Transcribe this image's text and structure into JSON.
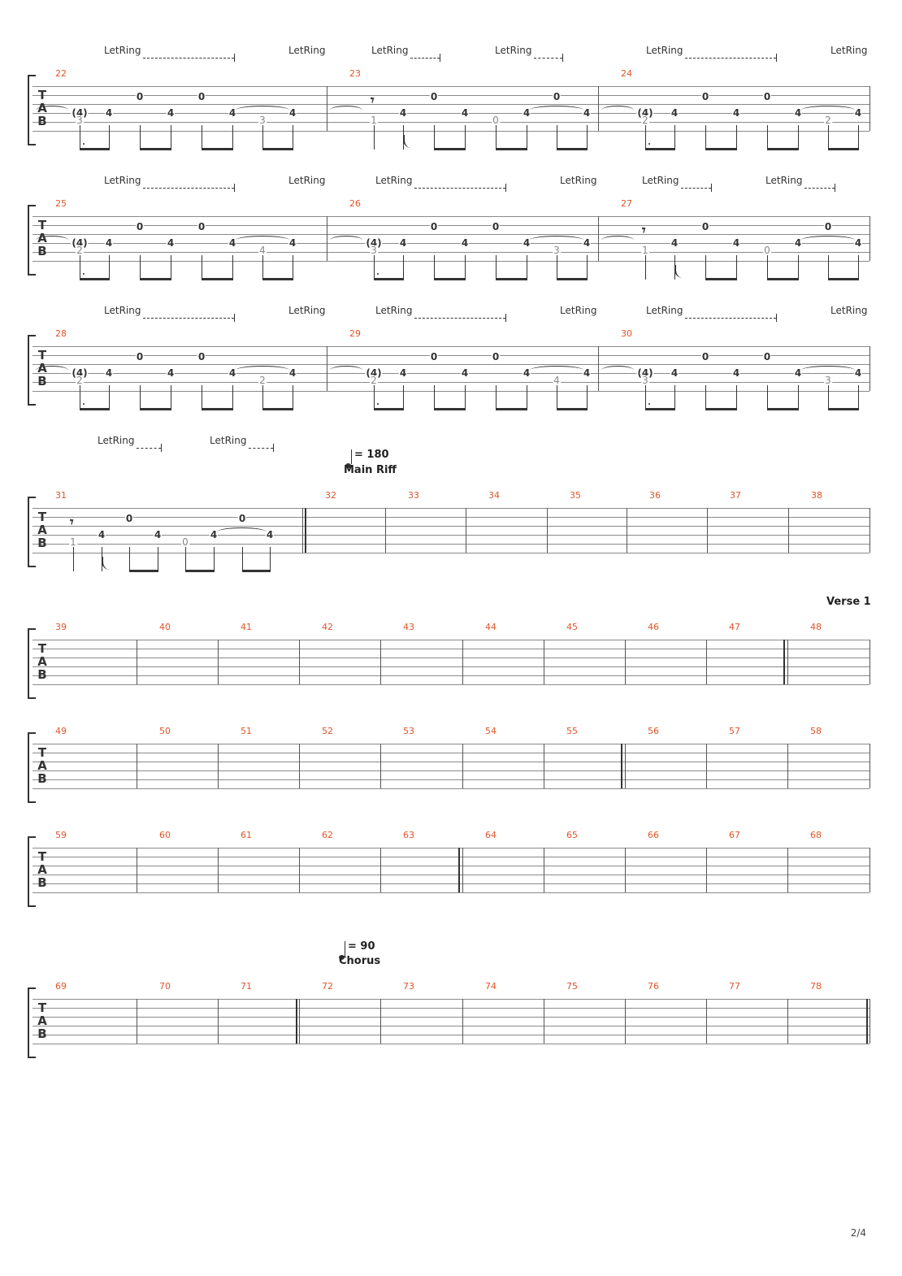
{
  "page": {
    "number": "2/4"
  },
  "tab_clef": [
    "T",
    "A",
    "B"
  ],
  "let_ring_label": "LetRing",
  "tempo_marks": [
    {
      "text": "= 180",
      "section": "Main Riff"
    },
    {
      "text": "= 90",
      "section": "Chorus"
    }
  ],
  "section_labels": {
    "verse1": "Verse 1"
  },
  "systems": [
    {
      "measures": [
        "22",
        "23",
        "24"
      ]
    },
    {
      "measures": [
        "25",
        "26",
        "27"
      ]
    },
    {
      "measures": [
        "28",
        "29",
        "30"
      ]
    },
    {
      "measures": [
        "31",
        "32",
        "33",
        "34",
        "35",
        "36",
        "37",
        "38"
      ]
    },
    {
      "measures": [
        "39",
        "40",
        "41",
        "42",
        "43",
        "44",
        "45",
        "46",
        "47",
        "48"
      ]
    },
    {
      "measures": [
        "49",
        "50",
        "51",
        "52",
        "53",
        "54",
        "55",
        "56",
        "57",
        "58"
      ]
    },
    {
      "measures": [
        "59",
        "60",
        "61",
        "62",
        "63",
        "64",
        "65",
        "66",
        "67",
        "68"
      ]
    },
    {
      "measures": [
        "69",
        "70",
        "71",
        "72",
        "73",
        "74",
        "75",
        "76",
        "77",
        "78"
      ]
    }
  ],
  "riff_systems": [
    {
      "notes": [
        [
          "(4)",
          "4",
          "0",
          "4",
          "0",
          "4",
          "",
          "4"
        ],
        [
          "",
          "4",
          "0",
          "4",
          "",
          "4",
          "0",
          "4"
        ],
        [
          "(4)",
          "4",
          "0",
          "4",
          "0",
          "4",
          "",
          "4"
        ]
      ],
      "bass": [
        [
          "3",
          "",
          "",
          "",
          "",
          "",
          "3",
          ""
        ],
        [
          "1",
          "",
          "",
          "",
          "0",
          "",
          "",
          ""
        ],
        [
          "2",
          "",
          "",
          "",
          "",
          "",
          "2",
          ""
        ]
      ]
    },
    {
      "notes": [
        [
          "(4)",
          "4",
          "0",
          "4",
          "0",
          "4",
          "",
          "4"
        ],
        [
          "(4)",
          "4",
          "0",
          "4",
          "0",
          "4",
          "",
          "4"
        ],
        [
          "",
          "4",
          "0",
          "4",
          "",
          "4",
          "0",
          "4"
        ]
      ],
      "bass": [
        [
          "2",
          "",
          "",
          "",
          "",
          "",
          "4",
          ""
        ],
        [
          "3",
          "",
          "",
          "",
          "",
          "",
          "3",
          ""
        ],
        [
          "1",
          "",
          "",
          "",
          "0",
          "",
          "",
          ""
        ]
      ]
    },
    {
      "notes": [
        [
          "(4)",
          "4",
          "0",
          "4",
          "0",
          "4",
          "",
          "4"
        ],
        [
          "(4)",
          "4",
          "0",
          "4",
          "0",
          "4",
          "",
          "4"
        ],
        [
          "(4)",
          "4",
          "0",
          "4",
          "0",
          "4",
          "",
          "4"
        ]
      ],
      "bass": [
        [
          "2",
          "",
          "",
          "",
          "",
          "",
          "2",
          ""
        ],
        [
          "2",
          "",
          "",
          "",
          "",
          "",
          "4",
          ""
        ],
        [
          "3",
          "",
          "",
          "",
          "",
          "",
          "3",
          ""
        ]
      ]
    },
    {
      "notes": [
        [
          "",
          "4",
          "0",
          "4",
          "",
          "4",
          "0",
          "4"
        ]
      ],
      "bass": [
        [
          "1",
          "",
          "",
          "",
          "0",
          "",
          "",
          ""
        ]
      ]
    }
  ]
}
